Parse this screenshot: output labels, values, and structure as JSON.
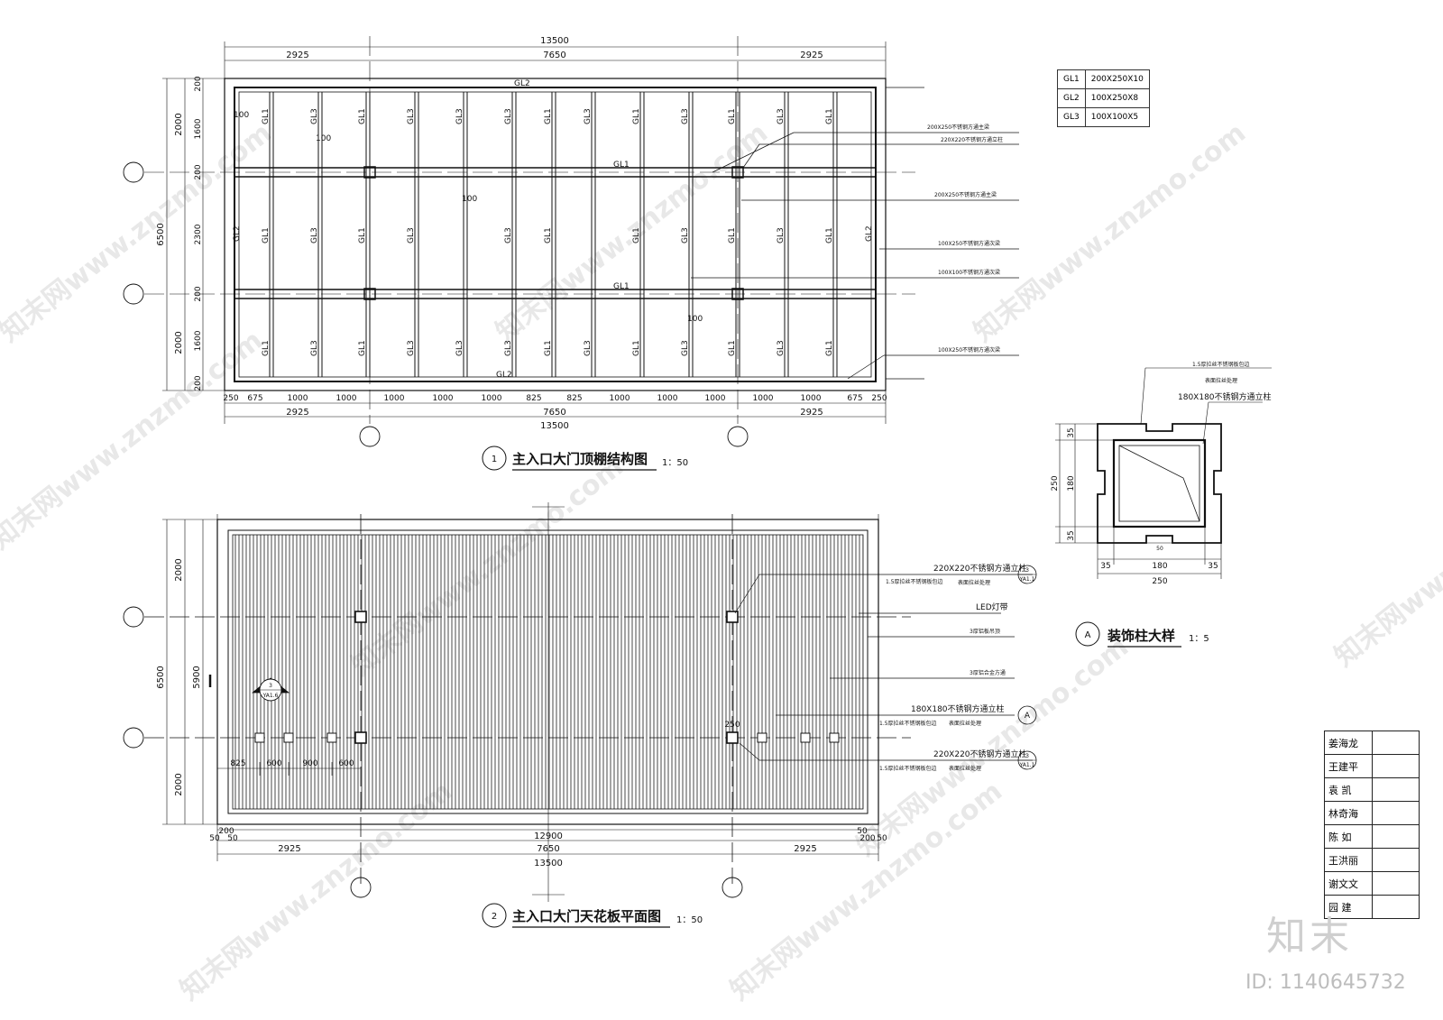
{
  "plan1": {
    "title": "主入口大门顶棚结构图",
    "scale": "1：50",
    "marker": "1",
    "dim_total": "13500",
    "dim_top_segments": [
      "2925",
      "7650",
      "2925"
    ],
    "dim_bottom_segments": [
      "250",
      "675",
      "1000",
      "1000",
      "1000",
      "1000",
      "1000",
      "825",
      "825",
      "1000",
      "1000",
      "1000",
      "1000",
      "1000",
      "675",
      "250"
    ],
    "dim_left_outer": [
      "2000",
      "6500",
      "2000"
    ],
    "dim_left_inner": [
      "200",
      "1600",
      "200",
      "2300",
      "200",
      "1600",
      "200"
    ],
    "beam_labels": {
      "gl1": "GL1",
      "gl2": "GL2",
      "gl3": "GL3",
      "spacing": "100"
    },
    "callouts": [
      "200X250不锈钢方通主梁",
      "220X220不锈钢方通立柱",
      "200X250不锈钢方通主梁",
      "100X250不锈钢方通次梁",
      "100X100不锈钢方通次梁",
      "100X250不锈钢方通次梁"
    ]
  },
  "legend": [
    {
      "code": "GL1",
      "size": "200X250X10"
    },
    {
      "code": "GL2",
      "size": "100X250X8"
    },
    {
      "code": "GL3",
      "size": "100X100X5"
    }
  ],
  "detailA": {
    "title": "装饰柱大样",
    "scale": "1：5",
    "marker": "A",
    "note1": "1.5厚拉丝不锈钢板包边",
    "note1b": "表面拉丝处理",
    "note2": "180X180不锈钢方通立柱",
    "dims_v": [
      "35",
      "180",
      "35",
      "250"
    ],
    "dims_h": [
      "35",
      "180",
      "35",
      "250"
    ],
    "dim_gap": "50"
  },
  "plan2": {
    "title": "主入口大门天花板平面图",
    "scale": "1：50",
    "marker": "2",
    "dim_total": "13500",
    "dim_inner": "12900",
    "dim_segments": [
      "2925",
      "7650",
      "2925"
    ],
    "dim_small": [
      "50",
      "200",
      "50",
      "50",
      "200",
      "50"
    ],
    "dim_left_outer": [
      "2000",
      "6500",
      "2000"
    ],
    "dim_left_inner": [
      "5900"
    ],
    "dim_light": [
      "825",
      "600",
      "900",
      "600"
    ],
    "dim_post": "250",
    "callouts": [
      "220X220不锈钢方通立柱",
      "1.5厚拉丝不锈钢板包边",
      "LED灯带",
      "3厚铝板吊顶",
      "3厚铝合金方通",
      "180X180不锈钢方通立柱",
      "1.5厚拉丝不锈钢板包边",
      "220X220不锈钢方通立柱",
      "1.5厚拉丝不锈钢板包边"
    ],
    "callout_sub": "表面拉丝处理",
    "ref_marks": [
      {
        "num": "3",
        "sheet": "YA1.1"
      },
      {
        "num": "A",
        "sheet": ""
      },
      {
        "num": "3",
        "sheet": "YA1.1"
      },
      {
        "num": "3",
        "sheet": "YA1.6"
      }
    ]
  },
  "signatures": [
    "姜海龙",
    "王建平",
    "袁 凯",
    "林奇海",
    "陈 如",
    "王洪丽",
    "谢文文",
    "园  建"
  ],
  "brand": "知末",
  "image_id": "ID: 1140645732",
  "watermark": "知末网www.znzmo.com"
}
